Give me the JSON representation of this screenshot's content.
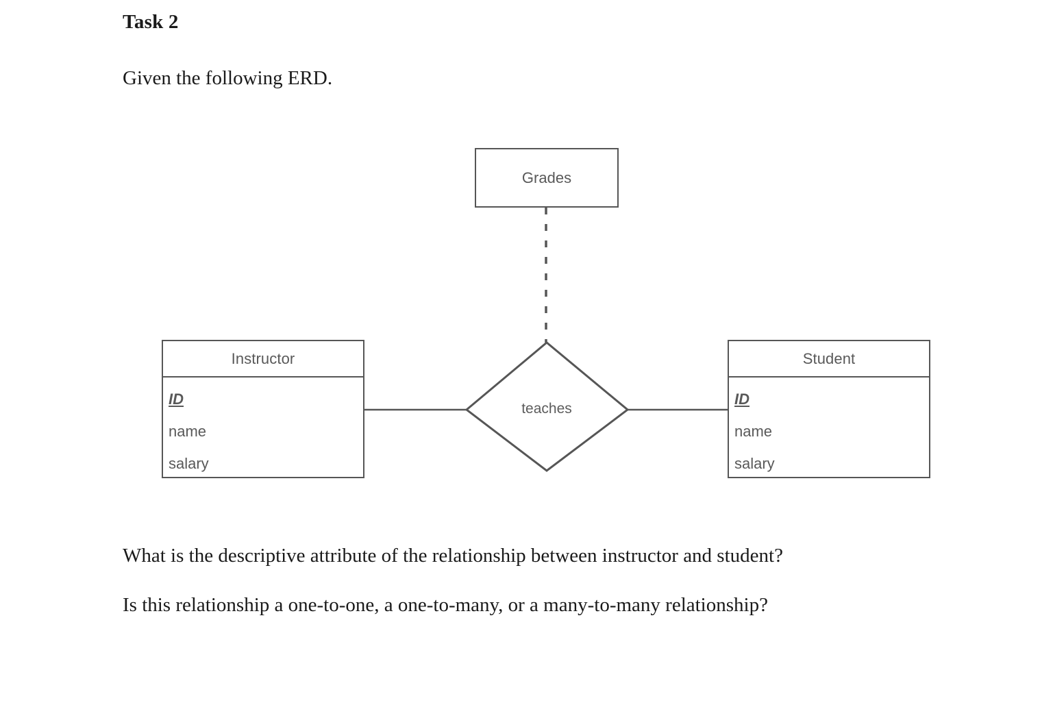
{
  "page": {
    "title": "Task 2",
    "intro": "Given the following ERD.",
    "question_1": "What is the descriptive attribute of the relationship between instructor and student?",
    "question_2": "Is this relationship a one-to-one, a one-to-many, or a many-to-many relationship?"
  },
  "colors": {
    "background": "#ffffff",
    "text": "#1a1a1a",
    "diagram_stroke": "#565656",
    "diagram_text": "#595959"
  },
  "erd": {
    "descriptive_attribute": {
      "label": "Grades",
      "shape": "rectangle",
      "connector": "dashed"
    },
    "relationship": {
      "label": "teaches",
      "shape": "diamond"
    },
    "entities": [
      {
        "name": "Instructor",
        "attributes": [
          {
            "label": "ID",
            "is_key": true
          },
          {
            "label": "name",
            "is_key": false
          },
          {
            "label": "salary",
            "is_key": false
          }
        ]
      },
      {
        "name": "Student",
        "attributes": [
          {
            "label": "ID",
            "is_key": true
          },
          {
            "label": "name",
            "is_key": false
          },
          {
            "label": "salary",
            "is_key": false
          }
        ]
      }
    ]
  }
}
